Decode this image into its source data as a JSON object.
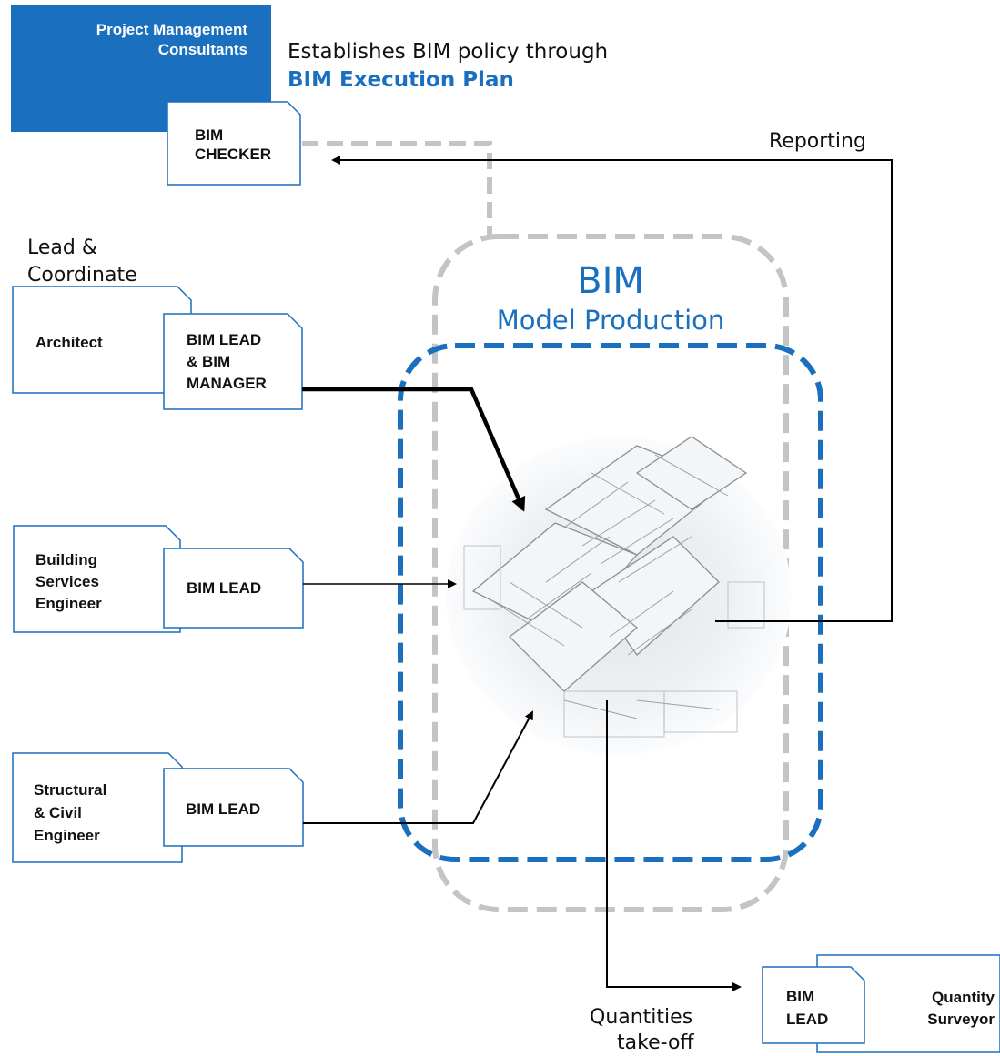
{
  "pm": {
    "title_line1": "Project Management",
    "title_line2": "Consultants",
    "policy_line1": "Establishes BIM policy through",
    "policy_line2": "BIM Execution Plan"
  },
  "checker": {
    "line1": "BIM",
    "line2": "CHECKER"
  },
  "reporting": "Reporting",
  "lead_coordinate": {
    "line1": "Lead &",
    "line2": "Coordinate"
  },
  "bim_area": {
    "title": "BIM",
    "subtitle": "Model Production"
  },
  "architect": {
    "name": "Architect",
    "role_line1": "BIM LEAD",
    "role_line2": "& BIM",
    "role_line3": "MANAGER"
  },
  "services": {
    "name_line1": "Building",
    "name_line2": "Services",
    "name_line3": "Engineer",
    "role": "BIM LEAD"
  },
  "structural": {
    "name_line1": "Structural",
    "name_line2": "& Civil",
    "name_line3": "Engineer",
    "role": "BIM LEAD"
  },
  "quantities": {
    "line1": "Quantities",
    "line2": "take-off"
  },
  "qs": {
    "role_line1": "BIM",
    "role_line2": "LEAD",
    "name_line1": "Quantity",
    "name_line2": "Surveyor"
  },
  "colors": {
    "blue": "#1a6fbf",
    "grey_dash": "#c4c4c4",
    "card_border": "#1a6fbf"
  }
}
